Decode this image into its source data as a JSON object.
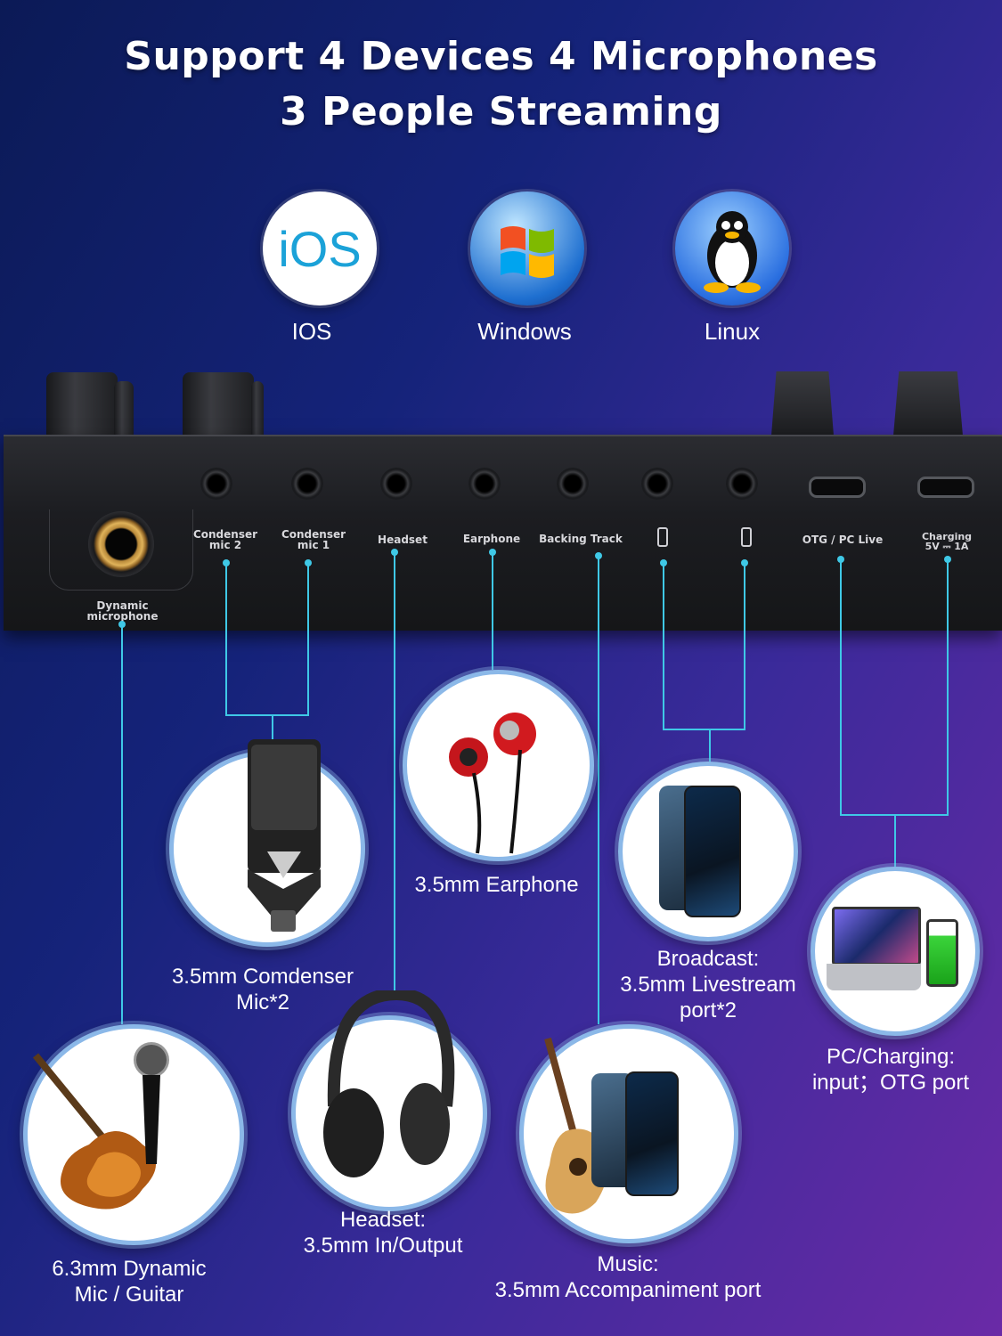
{
  "headline": {
    "line1": "Support 4 Devices 4 Microphones",
    "line2": "3 People Streaming"
  },
  "os": [
    {
      "label": "IOS",
      "logo_text": "iOS",
      "icon": "ios-logo-icon"
    },
    {
      "label": "Windows",
      "icon": "windows-logo-icon"
    },
    {
      "label": "Linux",
      "icon": "linux-tux-icon"
    }
  ],
  "ports": {
    "dynamic": "Dynamic microphone",
    "dynamic_l1": "Dynamic",
    "dynamic_l2": "microphone",
    "cond2_l1": "Condenser",
    "cond2_l2": "mic 2",
    "cond1_l1": "Condenser",
    "cond1_l2": "mic 1",
    "headset": "Headset",
    "earphone": "Earphone",
    "backing": "Backing Track",
    "otg": "OTG / PC Live",
    "charging_l1": "Charging",
    "charging_l2": "5V ⎓ 1A"
  },
  "captions": {
    "condenser_l1": "3.5mm Comdenser",
    "condenser_l2": "Mic*2",
    "earphone": "3.5mm Earphone",
    "broadcast_l1": "Broadcast:",
    "broadcast_l2": "3.5mm Livestream",
    "broadcast_l3": "port*2",
    "pc_l1": "PC/Charging:",
    "pc_l2": "input；OTG port",
    "dynamic_l1": "6.3mm Dynamic",
    "dynamic_l2": "Mic / Guitar",
    "headset_l1": "Headset:",
    "headset_l2": "3.5mm In/Output",
    "music_l1": "Music:",
    "music_l2": "3.5mm Accompaniment port"
  },
  "colors": {
    "accent_line": "#3fc8e6",
    "circle_border": "#8bb8e8"
  }
}
